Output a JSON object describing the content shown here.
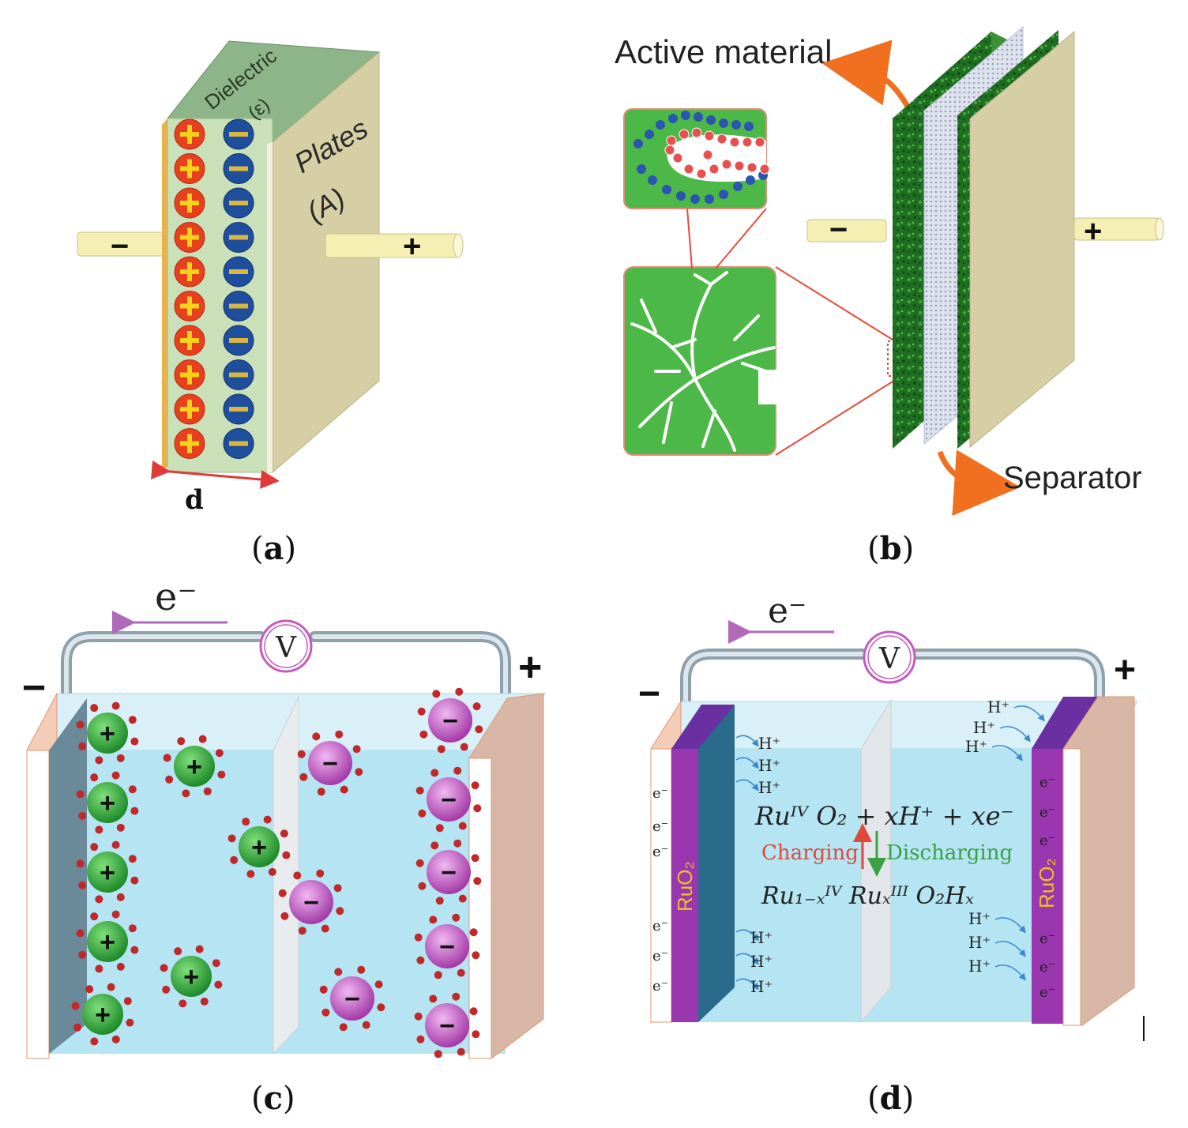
{
  "panels": {
    "a": {
      "caption_letter": "a",
      "dielectric_label": "Dielectric",
      "dielectric_symbol": "(ε)",
      "plates_label": "Plates",
      "plates_symbol": "(A)",
      "terminal_neg": "−",
      "terminal_pos": "+",
      "distance_label": "d",
      "colors": {
        "positive_charge": "#e8401e",
        "negative_charge": "#1f4e9c",
        "dielectric": "#c9e0b8",
        "plate": "#d6cfa6"
      }
    },
    "b": {
      "caption_letter": "b",
      "active_material_label": "Active material",
      "separator_label": "Separator",
      "terminal_neg": "−",
      "terminal_pos": "+",
      "colors": {
        "active": "#2e8a2e",
        "arrow": "#f07020",
        "separator": "#cdd3e0"
      }
    },
    "c": {
      "caption_letter": "c",
      "electron_label": "e⁻",
      "meter_label": "V",
      "terminal_neg": "−",
      "terminal_pos": "+",
      "cation_sign": "+",
      "anion_sign": "−",
      "colors": {
        "electrolyte": "#b5e4f2",
        "cation": "#2ea83a",
        "anion": "#c35cc8"
      }
    },
    "d": {
      "caption_letter": "d",
      "electron_label": "e⁻",
      "meter_label": "V",
      "terminal_neg": "−",
      "terminal_pos": "+",
      "electrode_label": "RuO₂",
      "proton_label": "H⁺",
      "electron_small": "e⁻",
      "reaction_top": "Ruᴵⱽ O₂ + xH⁺ + xe⁻",
      "reaction_bottom": "Ru₁₋ₓᴵⱽ Ruₓᴵᴵᴵ O₂Hₓ",
      "charging_label": "Charging",
      "discharging_label": "Discharging",
      "colors": {
        "electrode": "#8a2ea8",
        "charging": "#e0483a",
        "discharging": "#3aa043"
      }
    }
  }
}
